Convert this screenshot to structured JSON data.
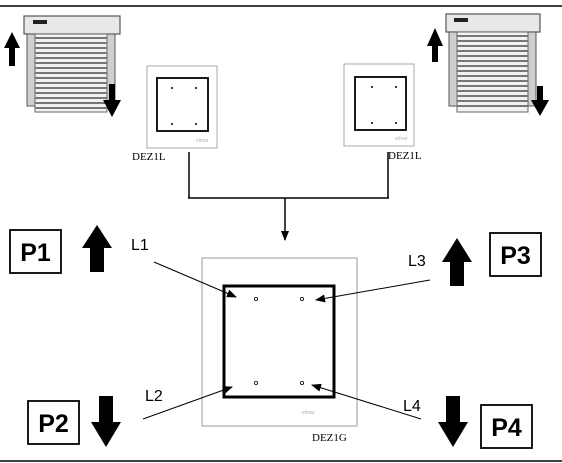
{
  "devices": {
    "left_small_model": "DEZ1L",
    "right_small_model": "DEZ1L",
    "main_model": "DEZ1G",
    "brand_mark": "elmar"
  },
  "outputs": {
    "p1": "P1",
    "p2": "P2",
    "p3": "P3",
    "p4": "P4"
  },
  "buttons": {
    "l1": "L1",
    "l2": "L2",
    "l3": "L3",
    "l4": "L4"
  },
  "colors": {
    "line": "#000000",
    "frame": "#9a9a9a",
    "shutter": "#888888",
    "background": "#ffffff"
  }
}
